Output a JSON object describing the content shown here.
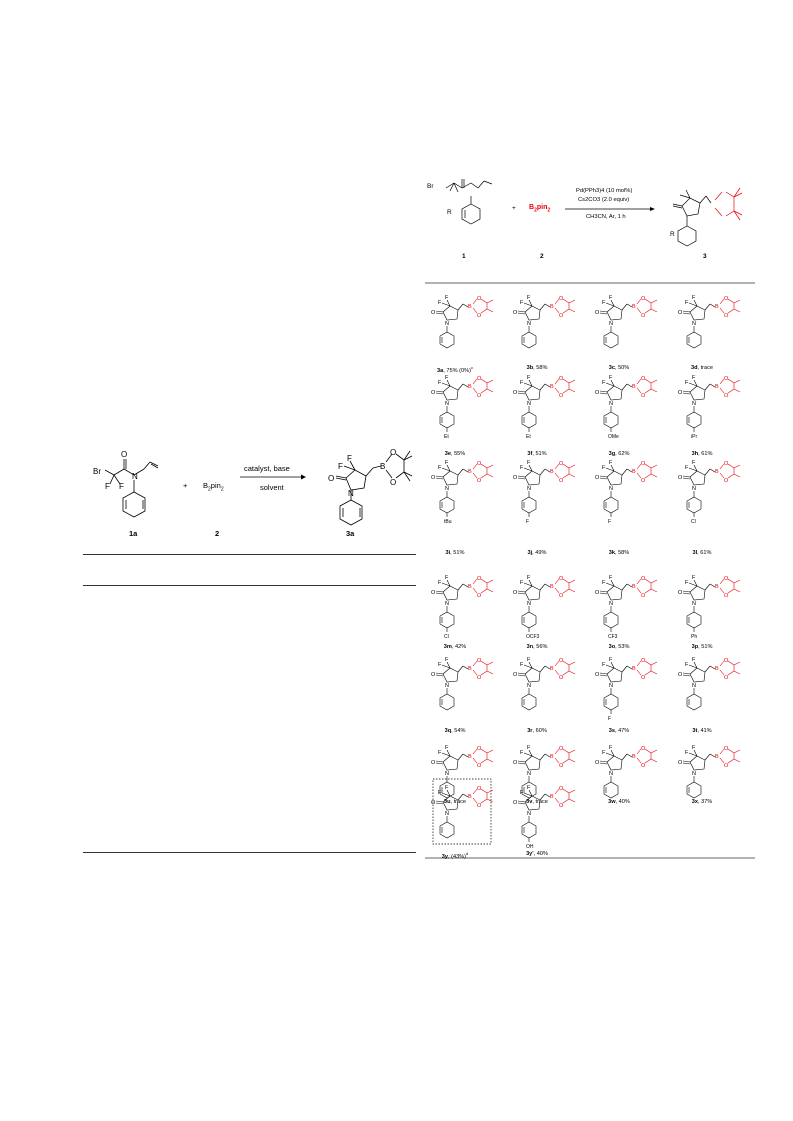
{
  "left_scheme": {
    "reactant1_label": "1a",
    "reactant2_formula": "B2pin2",
    "reactant2_label": "2",
    "product_label": "3a",
    "plus": "+",
    "arrow_above": "catalyst, base",
    "arrow_below": "solvent"
  },
  "right_scheme": {
    "reactant1_label": "1",
    "reactant2_formula": "B2pin2",
    "reactant2_label": "2",
    "product_label": "3",
    "plus": "+",
    "cond1": "Pd(PPh3)4 (10 mol%)",
    "cond2": "Cs2CO3 (2.0 equiv)",
    "cond3": "CH3CN, Ar, 1 h",
    "r_group": "R"
  },
  "atoms": {
    "Br": "Br",
    "F": "F",
    "O": "O",
    "N": "N",
    "B": "B"
  },
  "products": [
    {
      "id": "3a",
      "text": ", 75% (0%)",
      "sup": "c",
      "sub": ""
    },
    {
      "id": "3b",
      "text": ", 58%",
      "sup": "",
      "sub": ""
    },
    {
      "id": "3c",
      "text": ", 50%",
      "sup": "",
      "sub": ""
    },
    {
      "id": "3d",
      "text": ", trace",
      "sup": "",
      "sub": ""
    },
    {
      "id": "3e",
      "text": ", 55%",
      "sup": "",
      "sub": "Et"
    },
    {
      "id": "3f",
      "text": ", 51%",
      "sup": "",
      "sub": "Et"
    },
    {
      "id": "3g",
      "text": ", 62%",
      "sup": "",
      "sub": "OMe"
    },
    {
      "id": "3h",
      "text": ", 61%",
      "sup": "",
      "sub": "iPr"
    },
    {
      "id": "3i",
      "text": ", 51%",
      "sup": "",
      "sub": "tBu"
    },
    {
      "id": "3j",
      "text": ", 49%",
      "sup": "",
      "sub": "F"
    },
    {
      "id": "3k",
      "text": ", 58%",
      "sup": "",
      "sub": "F"
    },
    {
      "id": "3l",
      "text": ", 61%",
      "sup": "",
      "sub": "Cl"
    },
    {
      "id": "3m",
      "text": ", 42%",
      "sup": "",
      "sub": "Cl"
    },
    {
      "id": "3n",
      "text": ", 56%",
      "sup": "",
      "sub": "OCF3"
    },
    {
      "id": "3o",
      "text": ", 53%",
      "sup": "",
      "sub": "CF3"
    },
    {
      "id": "3p",
      "text": ", 51%",
      "sup": "",
      "sub": "Ph"
    },
    {
      "id": "3q",
      "text": ", 54%",
      "sup": "",
      "sub": ""
    },
    {
      "id": "3r",
      "text": ", 60%",
      "sup": "",
      "sub": ""
    },
    {
      "id": "3s",
      "text": ", 47%",
      "sup": "",
      "sub": "F"
    },
    {
      "id": "3t",
      "text": ", 41%",
      "sup": "",
      "sub": ""
    },
    {
      "id": "3u",
      "text": ", trace",
      "sup": "",
      "sub": ""
    },
    {
      "id": "3v",
      "text": ", trace",
      "sup": "",
      "sub": ""
    },
    {
      "id": "3w",
      "text": ", 40%",
      "sup": "",
      "sub": ""
    },
    {
      "id": "3x",
      "text": ", 37%",
      "sup": "",
      "sub": ""
    },
    {
      "id": "3y",
      "text": ", (43%)",
      "sup": "d",
      "sub": ""
    },
    {
      "id": "3y'",
      "text": ", 40%",
      "sup": "",
      "sub": "OH"
    }
  ],
  "colors": {
    "accent_red": "#e8000b",
    "ink": "#000000",
    "rule": "#333333"
  }
}
